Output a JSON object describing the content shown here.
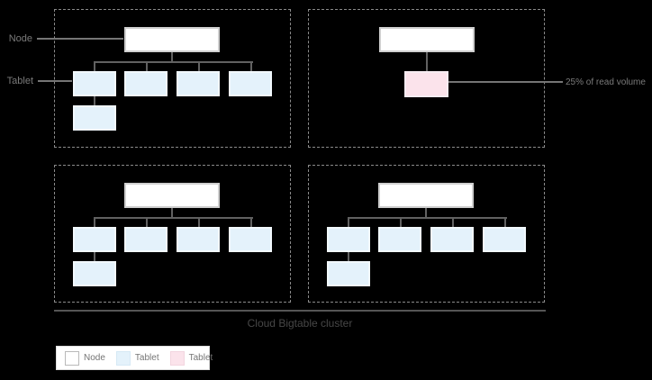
{
  "annotations": {
    "node_label": "Node",
    "tablet_label": "Tablet",
    "read_volume_label": "25% of read volume",
    "cluster_label": "Cloud Bigtable cluster"
  },
  "legend": {
    "items": [
      {
        "label": "Node",
        "color": "#ffffff"
      },
      {
        "label": "Tablet",
        "color": "#e4f2fb"
      },
      {
        "label": "Tablet",
        "color": "#fbe3eb"
      }
    ]
  },
  "zones": [
    {
      "name": "top-left",
      "nodes": 1,
      "blue_tablets": 5,
      "pink_tablets": 0
    },
    {
      "name": "top-right",
      "nodes": 1,
      "blue_tablets": 0,
      "pink_tablets": 1
    },
    {
      "name": "bottom-left",
      "nodes": 1,
      "blue_tablets": 5,
      "pink_tablets": 0
    },
    {
      "name": "bottom-right",
      "nodes": 1,
      "blue_tablets": 5,
      "pink_tablets": 0
    }
  ],
  "colors": {
    "background": "#000000",
    "node_fill": "#ffffff",
    "tablet_blue": "#e4f2fb",
    "tablet_pink": "#fbe3eb",
    "connector": "#616161",
    "dashed_border": "#8a8a8a",
    "annotation_text": "#7a7a7a"
  }
}
